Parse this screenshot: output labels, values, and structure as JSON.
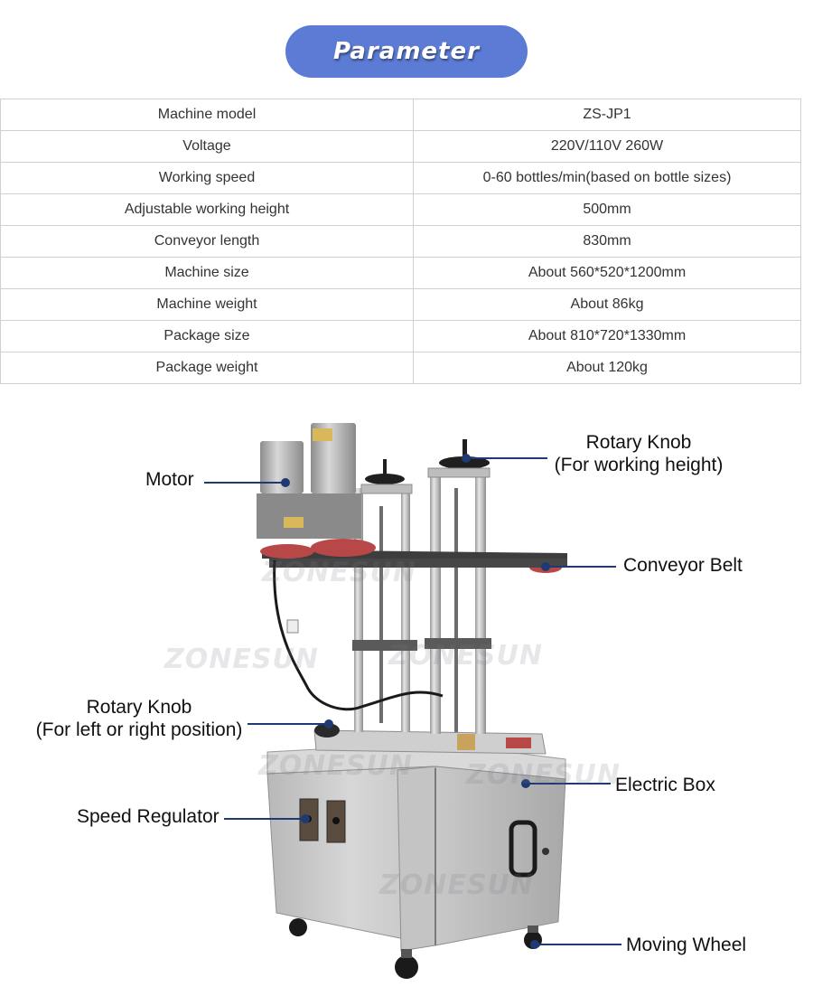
{
  "header": {
    "title": "Parameter"
  },
  "parameters": [
    {
      "label": "Machine model",
      "value": "ZS-JP1"
    },
    {
      "label": "Voltage",
      "value": "220V/110V 260W"
    },
    {
      "label": "Working speed",
      "value": "0-60 bottles/min(based on bottle sizes)"
    },
    {
      "label": "Adjustable working height",
      "value": "500mm"
    },
    {
      "label": "Conveyor length",
      "value": "830mm"
    },
    {
      "label": "Machine size",
      "value": "About 560*520*1200mm"
    },
    {
      "label": "Machine weight",
      "value": "About 86kg"
    },
    {
      "label": "Package size",
      "value": "About 810*720*1330mm"
    },
    {
      "label": "Package weight",
      "value": "About 120kg"
    }
  ],
  "callouts": {
    "motor": "Motor",
    "rotary_knob_height_title": "Rotary Knob",
    "rotary_knob_height_sub": "(For working height)",
    "conveyor_belt": "Conveyor Belt",
    "rotary_knob_position_title": "Rotary Knob",
    "rotary_knob_position_sub": "(For left or right position)",
    "electric_box": "Electric Box",
    "speed_regulator": "Speed Regulator",
    "moving_wheel": "Moving Wheel"
  },
  "watermark": "ZONESUN",
  "colors": {
    "title_pill": "#5b7bd5",
    "callout_line": "#1f3a73",
    "steel": "#c9c9c9",
    "belt_red": "#b84848"
  }
}
